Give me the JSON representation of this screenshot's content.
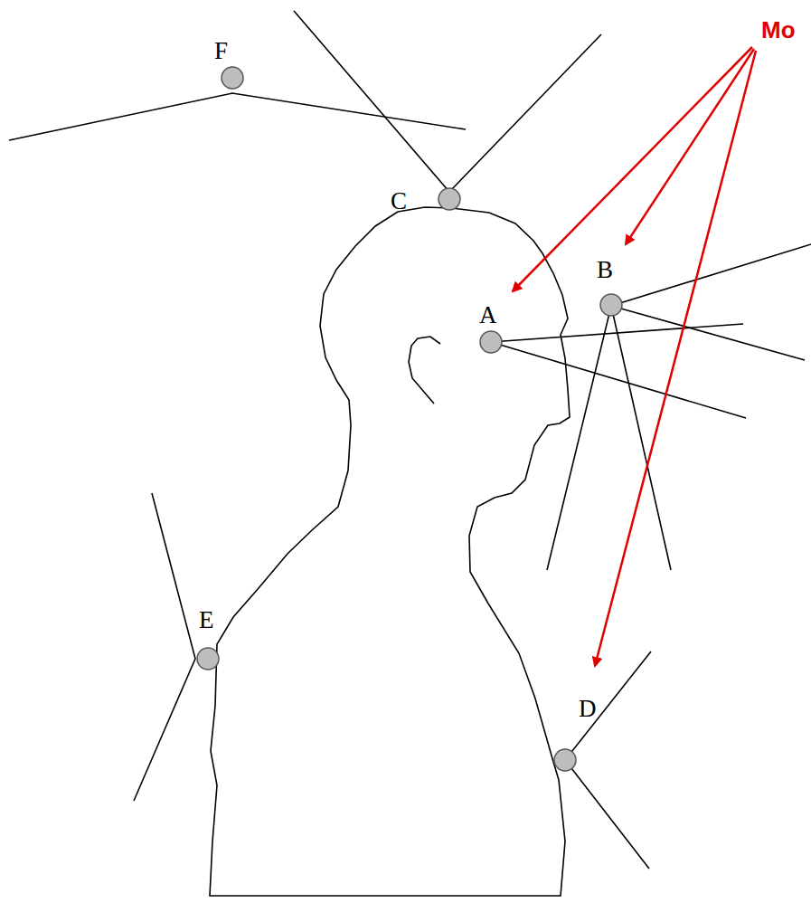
{
  "diagram": {
    "labels": [
      "Mo",
      "F",
      "C",
      "B",
      "A",
      "E",
      "D"
    ]
  }
}
